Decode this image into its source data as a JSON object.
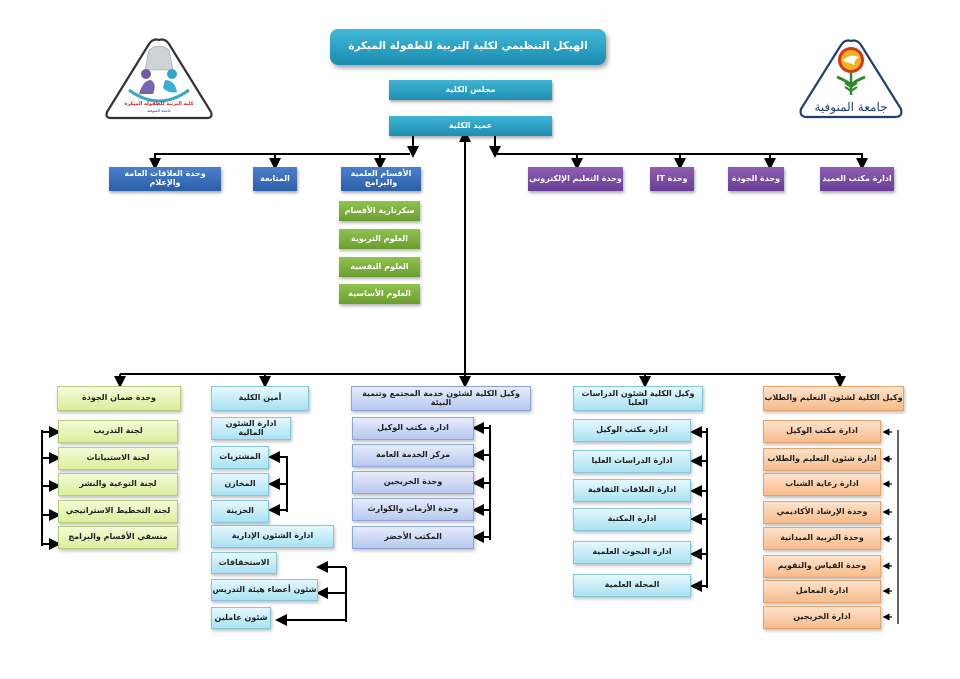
{
  "title": "الهيكل التنظيمي لكلية التربية للطفولة المبكرة",
  "logos": {
    "left": {
      "name": "faculty-logo",
      "caption_line1": "كلية التربية للطفولة المبكرة",
      "caption_line2": "جامعة المنوفية"
    },
    "right": {
      "name": "university-logo",
      "caption": "جامعة المنوفية"
    }
  },
  "council": "مجلس الكلية",
  "dean": "عميد الكلية",
  "left_units": [
    "الأقسام العلمية والبرامج",
    "المتابعة",
    "وحدة العلاقات العامة والإعلام"
  ],
  "right_units": [
    "ادارة مكتب العميد",
    "وحدة الجودة",
    "وحدة IT",
    "وحدة  التعليم الإلكتروني"
  ],
  "departments": [
    "سكرتارية الأقسام",
    "العلوم التربوية",
    "العلوم النفسية",
    "العلوم الأساسية"
  ],
  "branches": {
    "education_students": {
      "head": "وكيل الكلية لشئون التعليم والطلاب",
      "items": [
        "ادارة مكتب الوكيل",
        "ادارة شئون التعليم والطلاب",
        "ادارة رعاية الشباب",
        "وحدة الإرشاد الأكاديمي",
        "وحدة التربية الميدانية",
        "وحدة القياس والتقويم",
        "ادارة المعامل",
        "ادارة الخريجين"
      ]
    },
    "graduate_studies": {
      "head": "وكيل الكلية لشئون الدراسات العليا",
      "items": [
        "ادارة مكتب الوكيل",
        "ادارة الدراسات العليا",
        "ادارة العلاقات الثقافية",
        "ادارة المكتبة",
        "ادارة البحوث العلمية",
        "المجلة العلمية"
      ]
    },
    "community_service": {
      "head": "وكيل الكلية لشئون خدمة المجتمع وتنمية البيئة",
      "items": [
        "ادارة مكتب الوكيل",
        "مركز الخدمة العامة",
        "وحدة الخريجين",
        "وحدة الأزمات والكوارث",
        "المكتب الأخضر"
      ]
    },
    "secretary": {
      "head": "أمين الكلية",
      "financial": "ادارة الشئون المالية",
      "financial_items": [
        "المشتريات",
        "المخازن",
        "الخزينة"
      ],
      "administrative": "ادارة الشئون الإدارية",
      "administrative_items": [
        "الاستحقاقات",
        "شئون أعضاء هيئة التدريس",
        "شئون عاملين"
      ]
    },
    "quality_assurance": {
      "head": "وحدة ضمان الجودة",
      "items": [
        "لجنة التدريب",
        "لجنة الاستبيانات",
        "لجنة التوعية والنشر",
        "لجنة التخطيط الاستراتيجي",
        "منسقي الأقسام والبرامج"
      ]
    }
  },
  "colors": {
    "top": "#2a9dc2",
    "left_units": "#3a6fbd",
    "right_units": "#7a4ea5",
    "departments": "#7fb23f",
    "quality": "#e6f3b8",
    "secretary": "#c9eef9",
    "community": "#ccd8f5",
    "graduate": "#c9eef9",
    "education": "#fbcfa8"
  }
}
